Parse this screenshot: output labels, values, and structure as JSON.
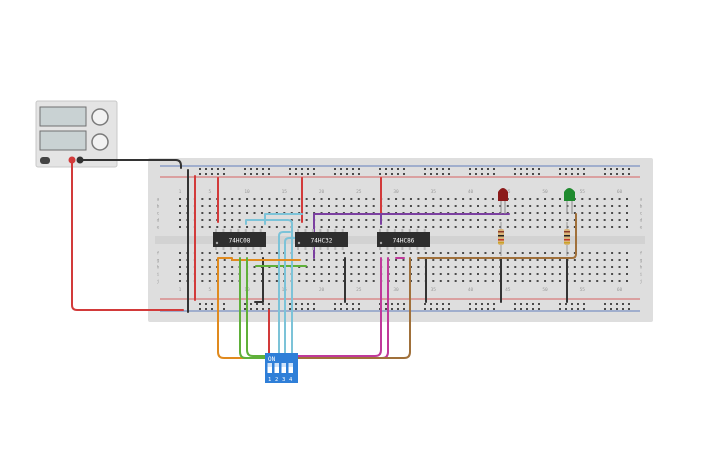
{
  "power_supply": {
    "name": "dc-power-supply"
  },
  "chips": [
    {
      "label": "74HC08"
    },
    {
      "label": "74HC32"
    },
    {
      "label": "74HC86"
    }
  ],
  "dip_switch": {
    "on_label": "ON",
    "positions": [
      "1",
      "2",
      "3",
      "4"
    ]
  },
  "leds": [
    {
      "color": "#8b1a1a",
      "name": "red-led"
    },
    {
      "color": "#1f8a2e",
      "name": "green-led"
    }
  ],
  "column_numbers": [
    "1",
    "5",
    "10",
    "15",
    "20",
    "25",
    "30",
    "35",
    "40",
    "45",
    "50",
    "55",
    "60"
  ],
  "row_letters_top": [
    "a",
    "b",
    "c",
    "d",
    "e"
  ],
  "row_letters_bottom": [
    "f",
    "g",
    "h",
    "i",
    "j"
  ],
  "colors": {
    "breadboard": "#dedede",
    "hole": "#4a4a4a",
    "chip": "#2e2e2e",
    "rail_red": "#d23a3a",
    "rail_blue": "#3a5fb0",
    "switch_blue": "#2f7fd8"
  }
}
